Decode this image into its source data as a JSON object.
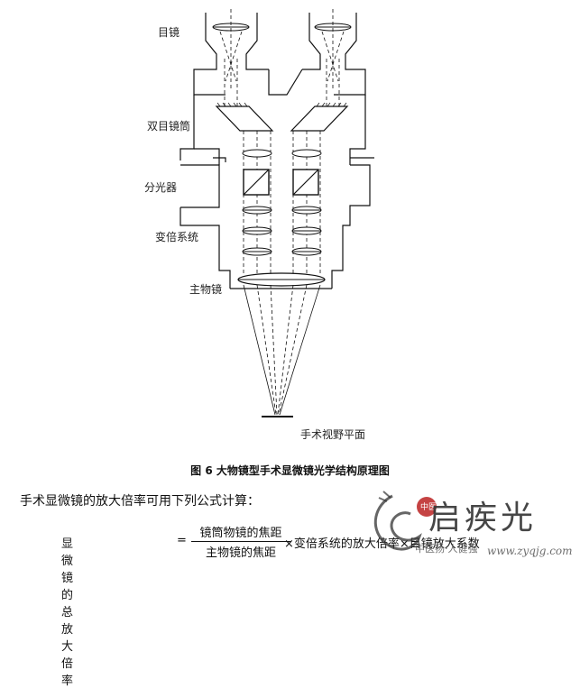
{
  "labels": {
    "eyepiece": "目镜",
    "binocular_tube": "双目镜筒",
    "beam_splitter": "分光器",
    "zoom_system": "变倍系统",
    "objective": "主物镜",
    "surgical_field": "手术视野平面"
  },
  "caption": "图 6 大物镜型手术显微镜光学结构原理图",
  "formula_intro": "手术显微镜的放大倍率可用下列公式计算：",
  "formula": {
    "lhs": "显微镜的总放大倍率",
    "eq": "=",
    "numerator": "镜筒物镜的焦距",
    "denominator": "主物镜的焦距",
    "rest": "×变倍系统的放大倍率×目镜放大系数"
  },
  "watermark": {
    "seal": "中医",
    "title": "启疾光",
    "slogan": "中医扬·人健强",
    "url": "www.zyqjg.com"
  }
}
